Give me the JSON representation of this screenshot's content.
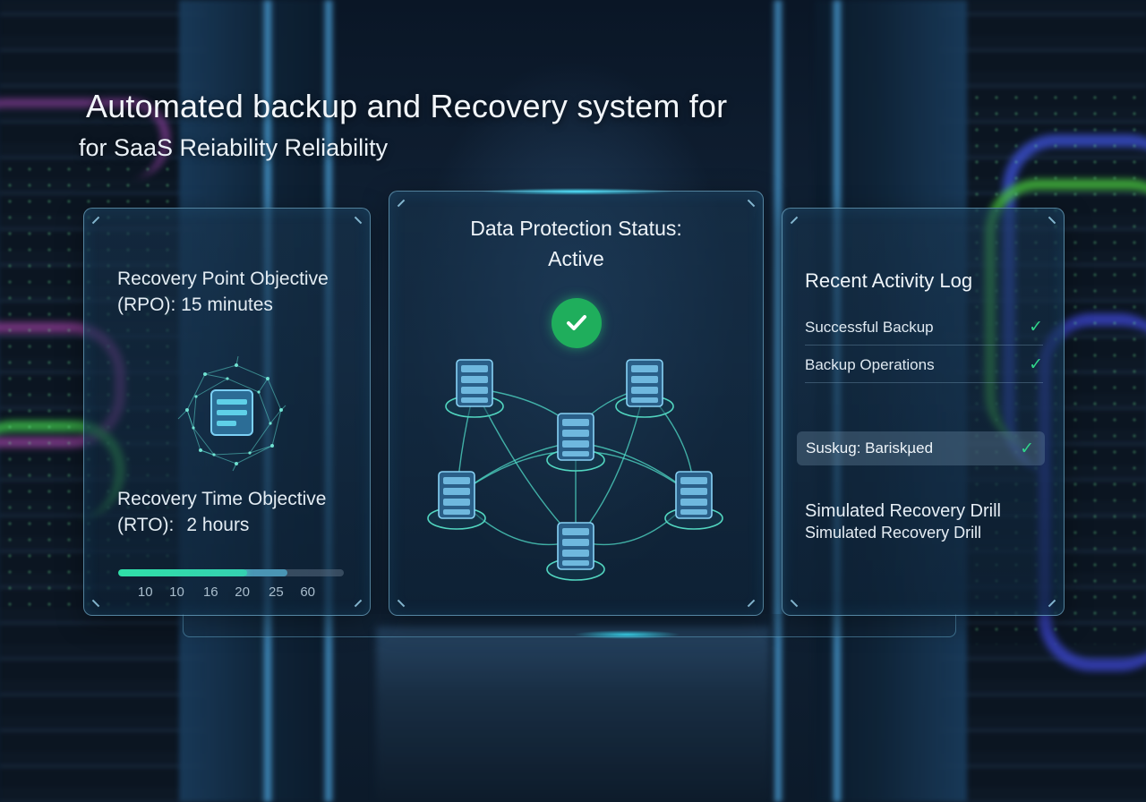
{
  "header": {
    "title": "Automated backup and Recovery system for",
    "subtitle": "for SaaS Reiability Reliability"
  },
  "left_panel": {
    "rpo_line1": "Recovery Point Objective",
    "rpo_line2": "(RPO): 15 minutes",
    "rto_line1": "Recovery Time Objective",
    "rto_label": "(RTO):",
    "rto_value": "2 hours",
    "progress": {
      "primary_fraction": 0.57,
      "secondary_fraction": 0.75
    },
    "tick_labels": [
      "10",
      "10",
      "16",
      "20",
      "25",
      "60"
    ]
  },
  "center_panel": {
    "status_line1": "Data Protection Status:",
    "status_line2": "Active",
    "status_icon": "check-circle-icon",
    "status_color": "#1fae5c"
  },
  "right_panel": {
    "title": "Recent Activity Log",
    "entries": [
      {
        "label": "Successful Backup",
        "icon": "check-icon"
      },
      {
        "label": "Backup Operations",
        "icon": "check-icon"
      }
    ],
    "highlight_entry": {
      "label": "Suskug: Bariskµed",
      "icon": "check-icon"
    },
    "drill_line1": "Simulated Recovery Drill",
    "drill_line2": "Simulated Recovery Drill"
  },
  "colors": {
    "accent": "#35d0b0",
    "check_green": "#30d38a",
    "panel_border": "#8cd2f0"
  }
}
